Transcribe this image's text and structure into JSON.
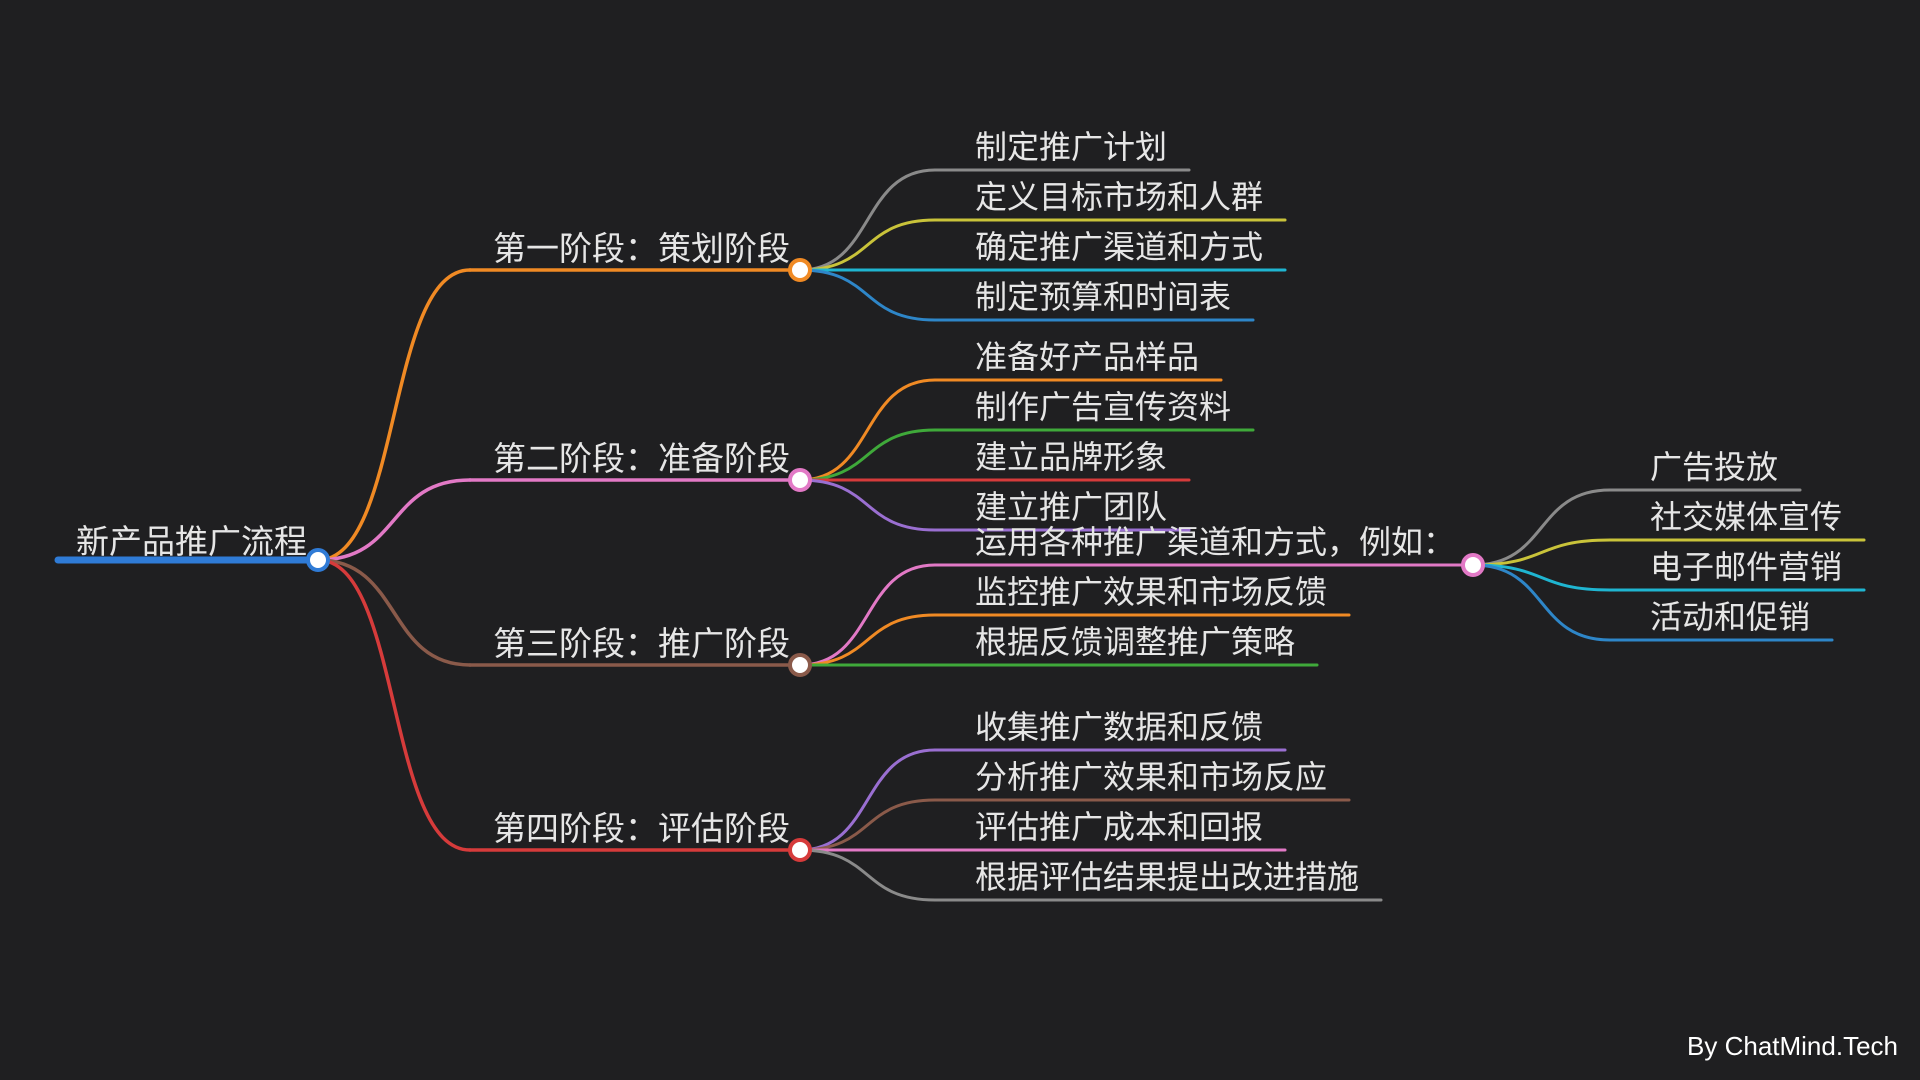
{
  "root": {
    "label": "新产品推广流程",
    "color": "#2f7bd6"
  },
  "stages": [
    {
      "label": "第一阶段：策划阶段",
      "color": "#f08a24",
      "children": [
        {
          "label": "制定推广计划",
          "color": "#8a8a8a"
        },
        {
          "label": "定义目标市场和人群",
          "color": "#c9c33a"
        },
        {
          "label": "确定推广渠道和方式",
          "color": "#1fb5d1"
        },
        {
          "label": "制定预算和时间表",
          "color": "#2e86c8"
        }
      ]
    },
    {
      "label": "第二阶段：准备阶段",
      "color": "#e279c6",
      "children": [
        {
          "label": "准备好产品样品",
          "color": "#f08a24"
        },
        {
          "label": "制作广告宣传资料",
          "color": "#3fa93a"
        },
        {
          "label": "建立品牌形象",
          "color": "#d63b3b"
        },
        {
          "label": "建立推广团队",
          "color": "#9a6fd1"
        }
      ]
    },
    {
      "label": "第三阶段：推广阶段",
      "color": "#8a5a4a",
      "children": [
        {
          "label": "运用各种推广渠道和方式，例如：",
          "color": "#e279c6",
          "children": [
            {
              "label": "广告投放",
              "color": "#8a8a8a"
            },
            {
              "label": "社交媒体宣传",
              "color": "#c9c33a"
            },
            {
              "label": "电子邮件营销",
              "color": "#1fb5d1"
            },
            {
              "label": "活动和促销",
              "color": "#2e86c8"
            }
          ]
        },
        {
          "label": "监控推广效果和市场反馈",
          "color": "#f08a24"
        },
        {
          "label": "根据反馈调整推广策略",
          "color": "#3fa93a"
        }
      ]
    },
    {
      "label": "第四阶段：评估阶段",
      "color": "#d63b3b",
      "children": [
        {
          "label": "收集推广数据和反馈",
          "color": "#9a6fd1"
        },
        {
          "label": "分析推广效果和市场反应",
          "color": "#8a5a4a"
        },
        {
          "label": "评估推广成本和回报",
          "color": "#e279c6"
        },
        {
          "label": "根据评估结果提出改进措施",
          "color": "#8a8a8a"
        }
      ]
    }
  ],
  "watermark": "By ChatMind.Tech"
}
